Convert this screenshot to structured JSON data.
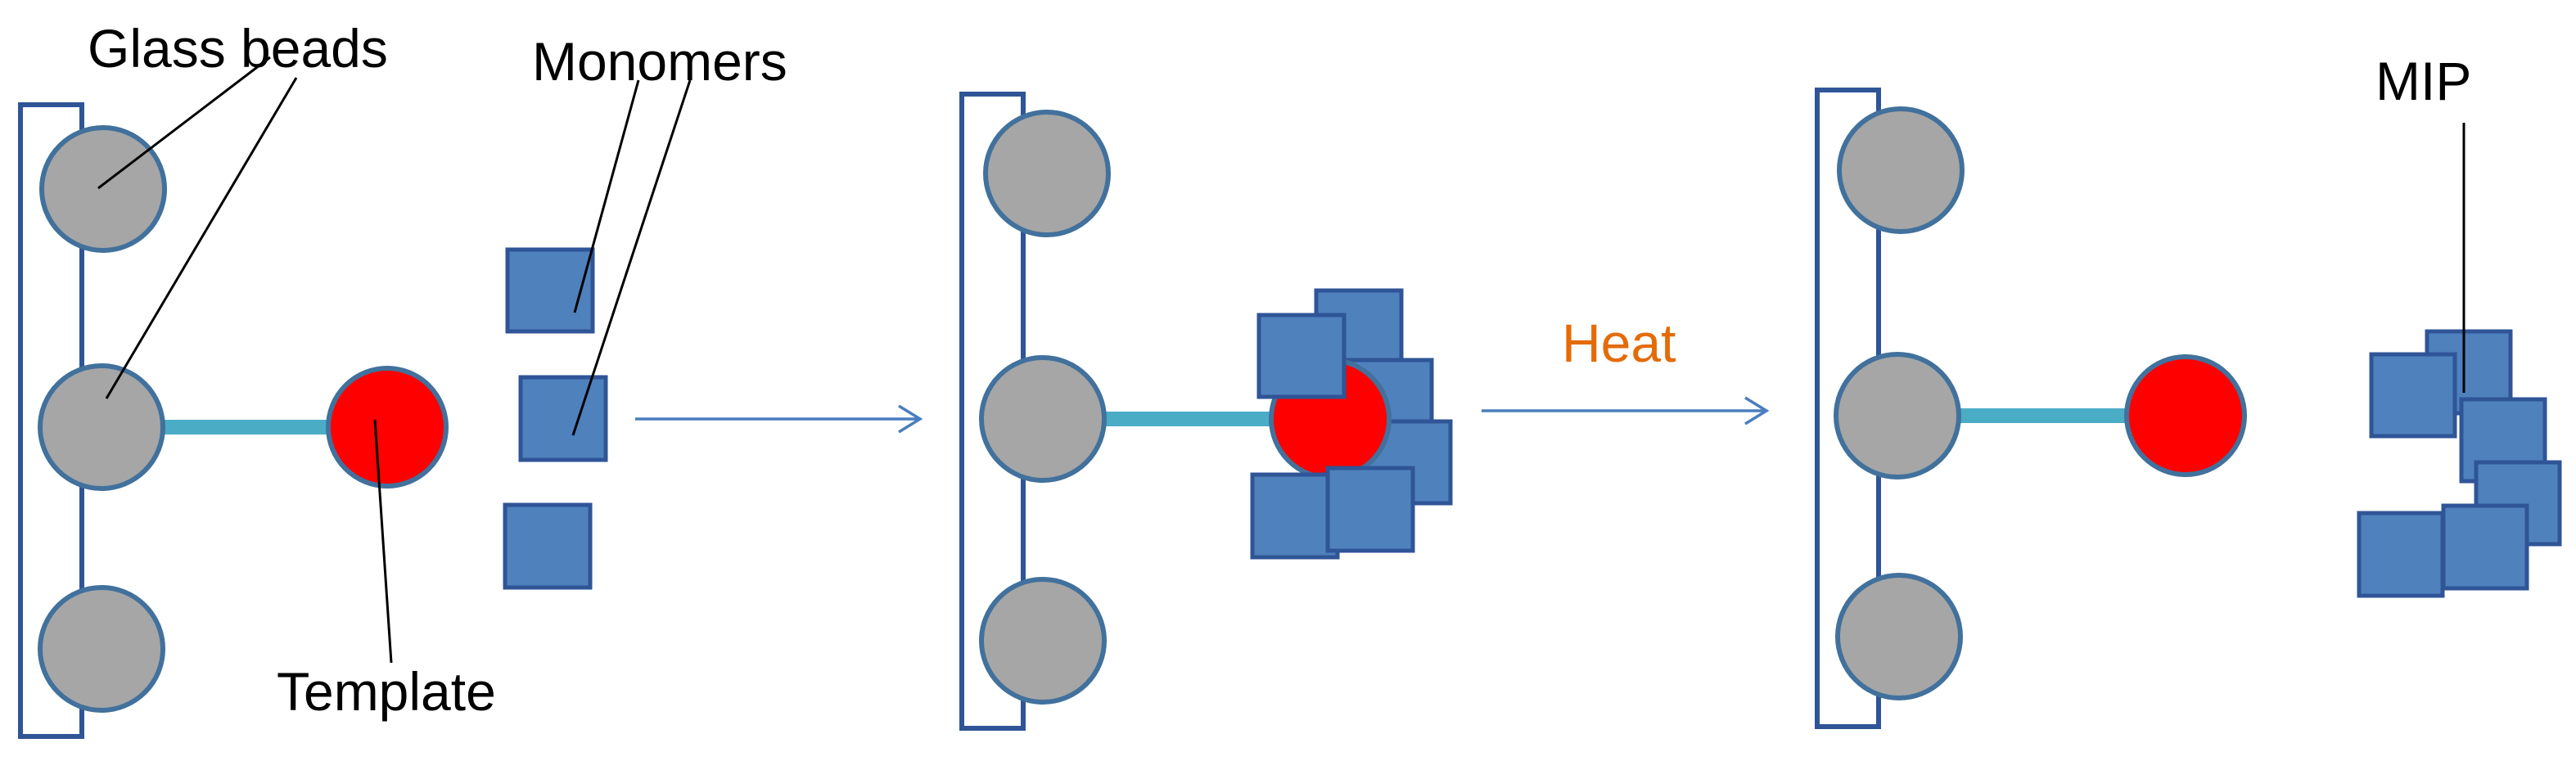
{
  "labels": {
    "glass_beads": "Glass beads",
    "monomers": "Monomers",
    "template": "Template",
    "heat": "Heat",
    "mip": "MIP"
  },
  "colors": {
    "bead": "#a6a6a6",
    "bead_outline": "#41719c",
    "template": "#ff0000",
    "monomer": "#4f81bd",
    "monomer_outline": "#2f5597",
    "linker": "#4bacc6",
    "plate_outline": "#2f5597",
    "arrow": "#4a7ebf",
    "heat_text": "#e36c09"
  }
}
